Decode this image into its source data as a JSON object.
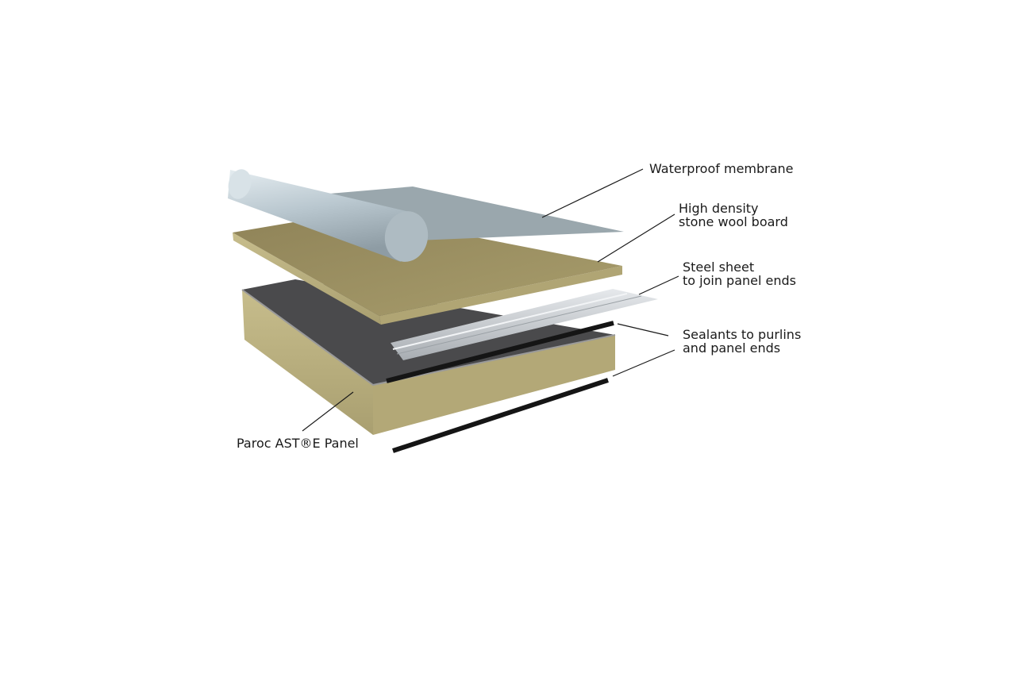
{
  "labels": {
    "membrane": "Waterproof membrane",
    "wool_board_1": "High density",
    "wool_board_2": "stone wool board",
    "steel_sheet_1": "Steel sheet",
    "steel_sheet_2": "to join panel ends",
    "sealants_1": "Sealants to purlins",
    "sealants_2": "and panel ends",
    "panel": "Paroc AST®E Panel"
  },
  "colors": {
    "membrane": "#9aa7ad",
    "roll": "#b8c6ce",
    "stone_wool": "#a39a6a",
    "panel_top": "#4a4a4c",
    "steel": "#c4c8cc",
    "sealant": "#1a1a1a"
  }
}
